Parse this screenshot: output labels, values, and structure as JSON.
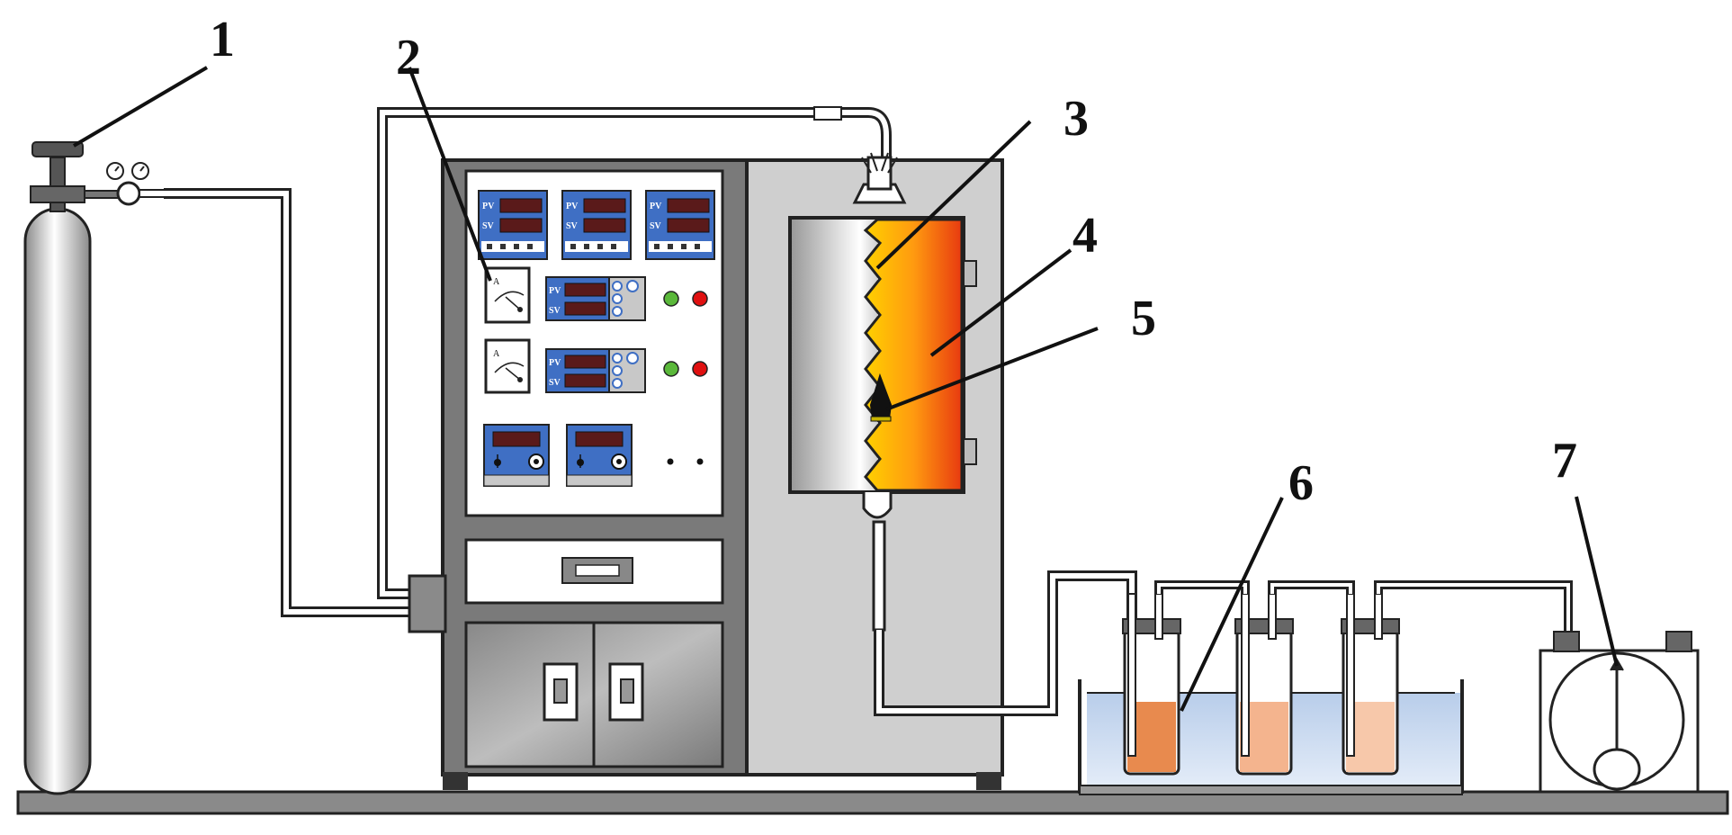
{
  "labels": {
    "l1": "1",
    "l2": "2",
    "l3": "3",
    "l4": "4",
    "l5": "5",
    "l6": "6",
    "l7": "7"
  },
  "panel": {
    "pv": "PV",
    "sv": "SV",
    "ammeter_unit": "A"
  },
  "colors": {
    "panel_blue": "#3f6fc4",
    "display_red": "#c83232",
    "furnace_hot": "#f05a14",
    "furnace_warm": "#ffc800",
    "water": "#c8d8ee",
    "bottle_1": "#e88a4e",
    "bottle_2": "#f4b48e",
    "bottle_3": "#f7c8aa"
  }
}
